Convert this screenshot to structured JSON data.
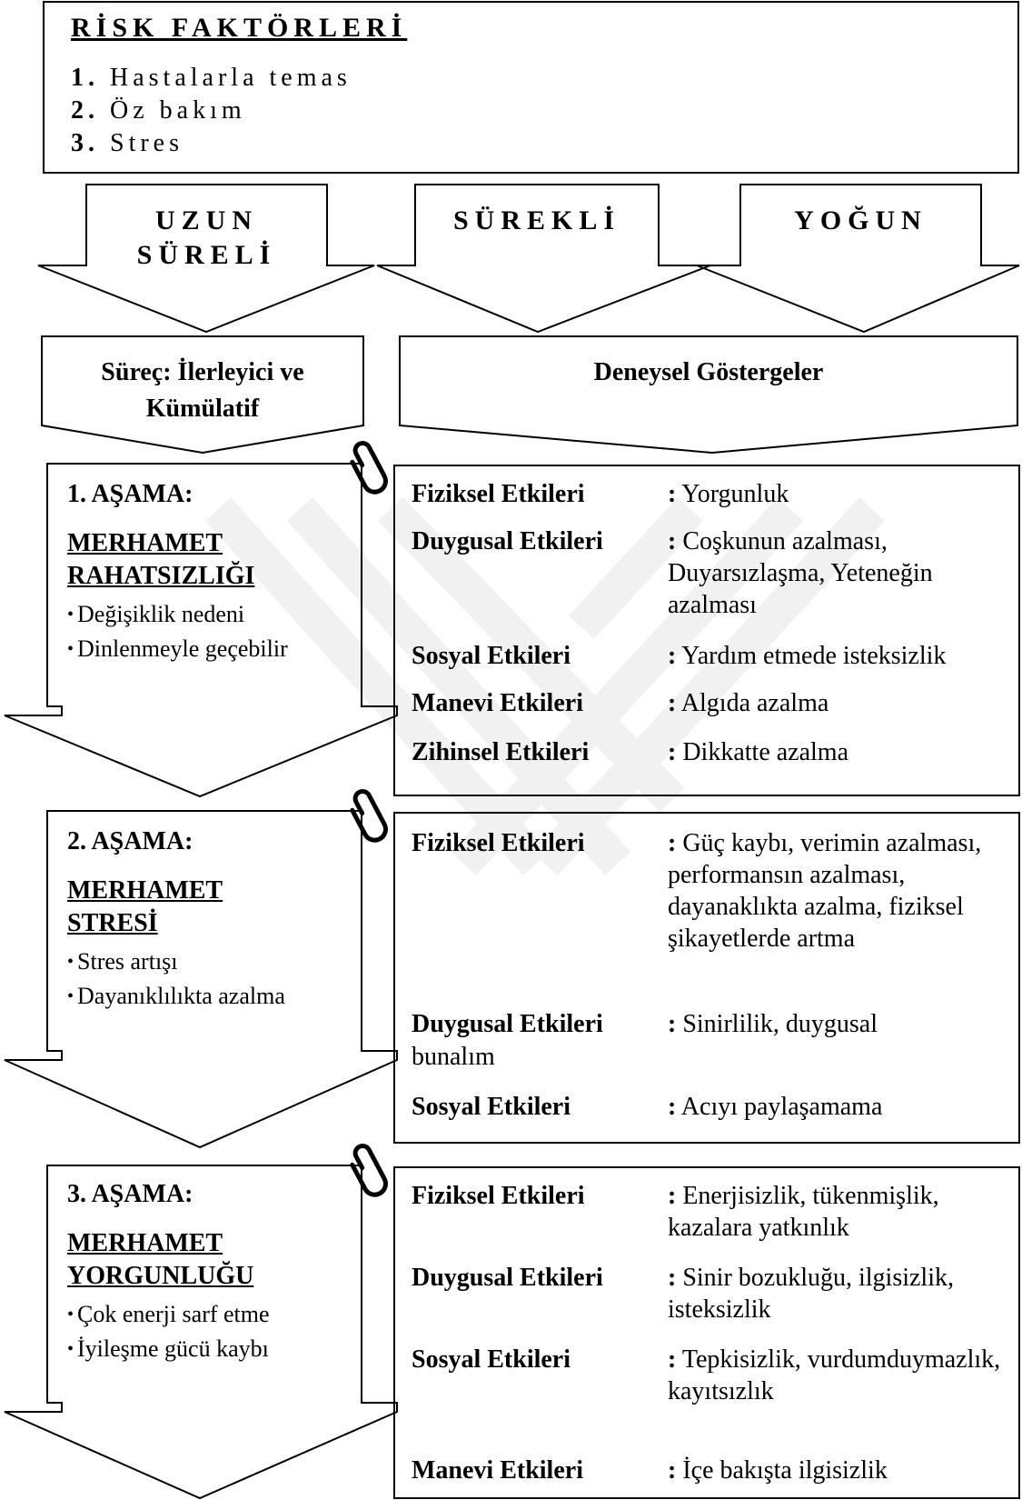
{
  "risk": {
    "title": "RİSK FAKTÖRLERİ",
    "items": [
      {
        "num": "1.",
        "text": "Hastalarla temas"
      },
      {
        "num": "2.",
        "text": "Öz bakım"
      },
      {
        "num": "3.",
        "text": "Stres"
      }
    ]
  },
  "arrows": {
    "uzun_line1": "UZUN",
    "uzun_line2": "SÜRELİ",
    "surekli": "SÜREKLİ",
    "yogun": "YOĞUN"
  },
  "heads": {
    "surec_line1": "Süreç: İlerleyici ve",
    "surec_line2": "Kümülatif",
    "deneysel": "Deneysel Göstergeler"
  },
  "stages": [
    {
      "title": "1. AŞAMA:",
      "name_line1": "MERHAMET",
      "name_line2": "RAHATSIZLIĞI",
      "bullets": [
        "Değişiklik nedeni",
        "Dinlenmeyle geçebilir"
      ],
      "effects": [
        {
          "category": "Fiziksel Etkileri",
          "value": "Yorgunluk"
        },
        {
          "category": "Duygusal Etkileri",
          "value": "Coşkunun azalması, Duyarsızlaşma, Yeteneğin azalması"
        },
        {
          "category": "Sosyal Etkileri",
          "value": "Yardım etmede isteksizlik"
        },
        {
          "category": "Manevi Etkileri",
          "value": "Algıda azalma"
        },
        {
          "category": "Zihinsel Etkileri",
          "value": "Dikkatte azalma"
        }
      ]
    },
    {
      "title": "2. AŞAMA:",
      "name_line1": "MERHAMET",
      "name_line2": "STRESİ",
      "bullets": [
        "Stres artışı",
        "Dayanıklılıkta azalma"
      ],
      "effects": [
        {
          "category": "Fiziksel Etkileri",
          "value": "Güç kaybı, verimin azalması, performansın azalması, dayanaklıkta azalma, fiziksel şikayetlerde artma"
        },
        {
          "category": "Duygusal Etkileri",
          "value": "Sinirlilik, duygusal",
          "overflow": "bunalım"
        },
        {
          "category": "Sosyal Etkileri",
          "value": "Acıyı paylaşamama"
        }
      ]
    },
    {
      "title": "3. AŞAMA:",
      "name_line1": "MERHAMET",
      "name_line2": "YORGUNLUĞU",
      "bullets": [
        "Çok enerji sarf etme",
        "İyileşme gücü kaybı"
      ],
      "effects": [
        {
          "category": "Fiziksel Etkileri",
          "value": "Enerjisizlik, tükenmişlik, kazalara yatkınlık"
        },
        {
          "category": "Duygusal Etkileri",
          "value": "Sinir bozukluğu, ilgisizlik, isteksizlik"
        },
        {
          "category": "Sosyal Etkileri",
          "value": "Tepkisizlik, vurdumduymazlık, kayıtsızlık"
        },
        {
          "category": "Manevi Etkileri",
          "value": "İçe bakışta ilgisizlik"
        }
      ]
    }
  ],
  "colon": ":"
}
